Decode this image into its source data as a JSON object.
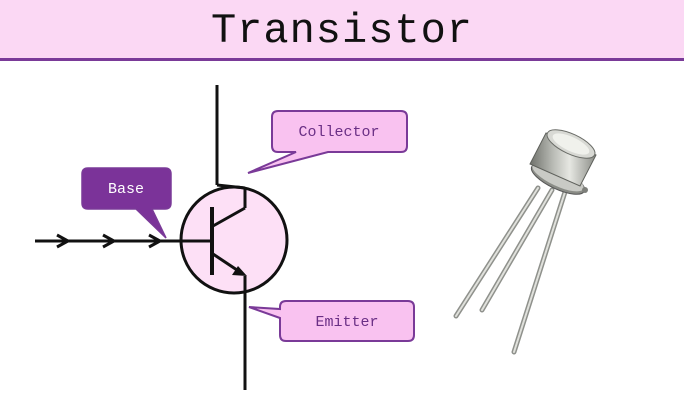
{
  "title": "Transistor",
  "labels": {
    "base": "Base",
    "collector": "Collector",
    "emitter": "Emitter"
  },
  "colors": {
    "header_bg": "#fbd8f4",
    "header_border": "#7a3a98",
    "base_callout_fill": "#7b3399",
    "pink_callout_fill": "#f9c2f0",
    "callout_stroke": "#7a3a98",
    "symbol_fill": "#fde0f6"
  }
}
